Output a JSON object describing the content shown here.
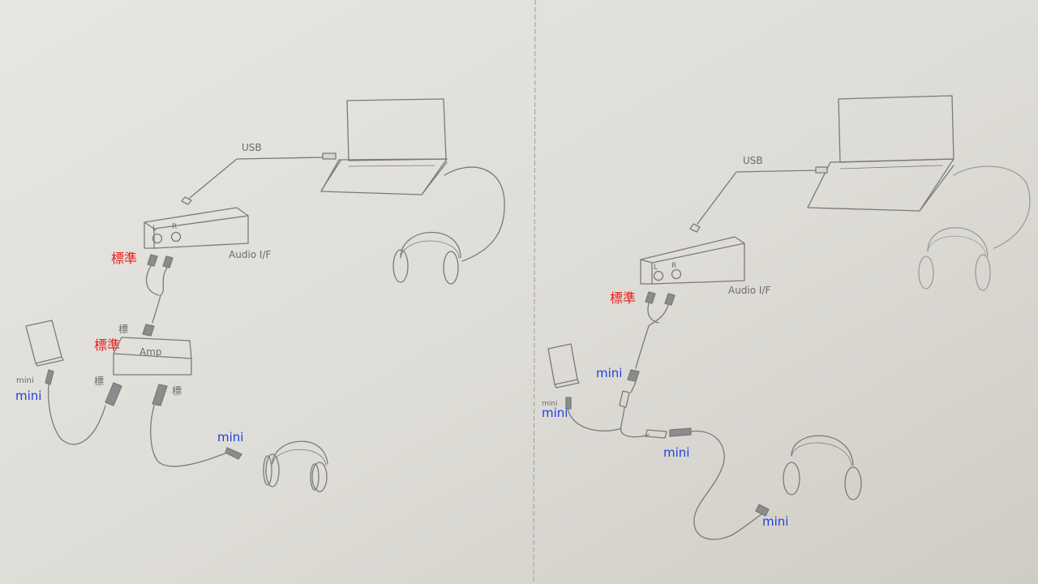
{
  "handwritten": {
    "usb": "USB",
    "audio_if": "Audio I/F",
    "amp": "Amp",
    "left": "L",
    "right": "R",
    "std_short": "標",
    "mini": "mini"
  },
  "annotations": {
    "standard": "標準",
    "mini": "mini"
  },
  "colors": {
    "paper": "#dcdad4",
    "pencil": "#7a7a7a",
    "annotation_red": "#e81f1f",
    "annotation_blue": "#1f3fe0"
  }
}
